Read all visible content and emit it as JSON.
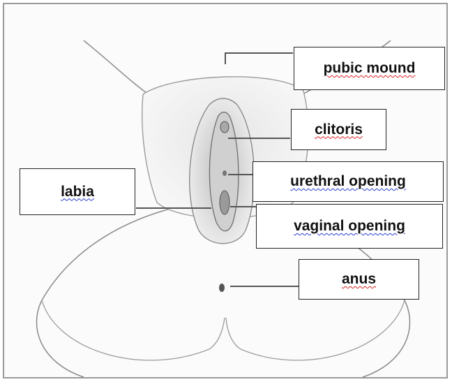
{
  "labels": {
    "pubic_mound": "pubic mound",
    "clitoris": "clitoris",
    "urethral_opening": "urethral opening",
    "labia": "labia",
    "vaginal_opening": "vaginal opening",
    "anus": "anus"
  },
  "colors": {
    "line": "#555555",
    "border": "#222222",
    "spellcheck_red": "#d22222",
    "spellcheck_blue": "#2a3fd0"
  }
}
